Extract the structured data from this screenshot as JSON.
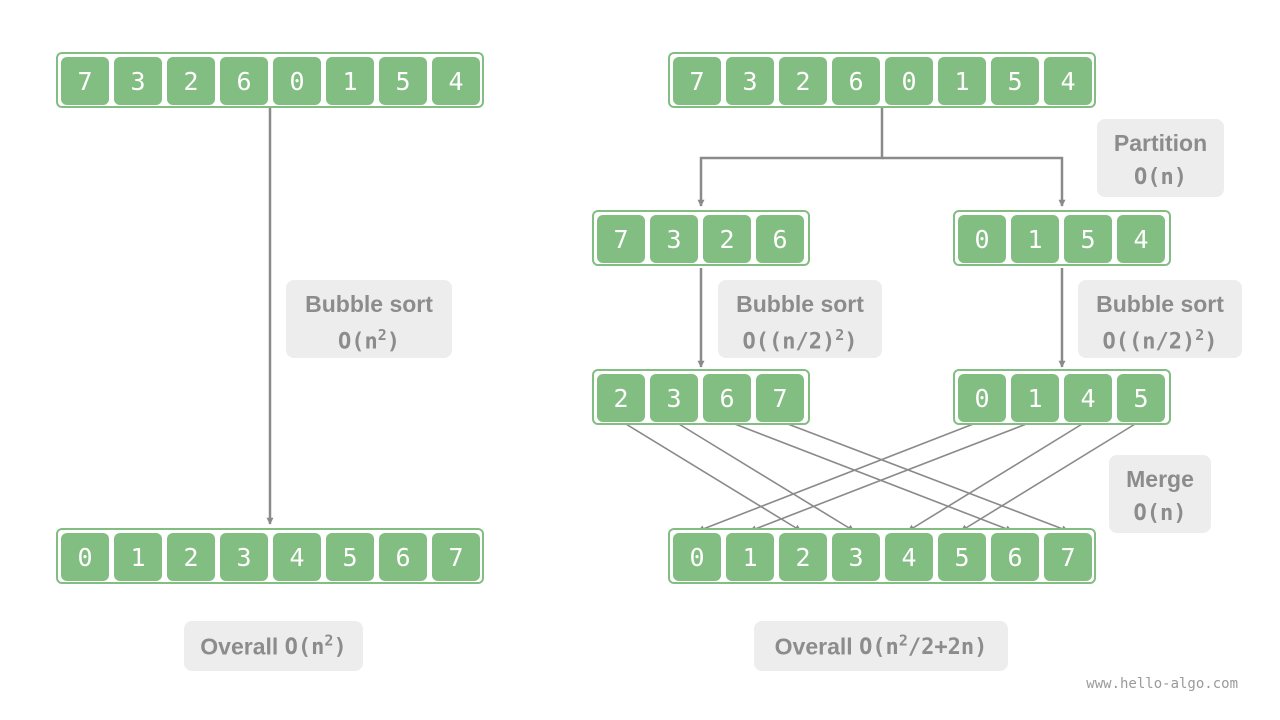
{
  "colors": {
    "cell": "#82bd82",
    "cell_text": "#ffffff",
    "line": "#8a8a8a",
    "label_bg": "#ededed",
    "label_text": "#8c8c8c"
  },
  "left": {
    "input": [
      "7",
      "3",
      "2",
      "6",
      "0",
      "1",
      "5",
      "4"
    ],
    "output": [
      "0",
      "1",
      "2",
      "3",
      "4",
      "5",
      "6",
      "7"
    ],
    "bubble": {
      "title": "Bubble sort",
      "complexity_prefix": "O(n",
      "complexity_exp": "2",
      "complexity_suffix": ")"
    },
    "overall": {
      "word": "Overall",
      "prefix": "O(n",
      "exp": "2",
      "suffix": ")"
    }
  },
  "right": {
    "input": [
      "7",
      "3",
      "2",
      "6",
      "0",
      "1",
      "5",
      "4"
    ],
    "part_left": [
      "7",
      "3",
      "2",
      "6"
    ],
    "part_right": [
      "0",
      "1",
      "5",
      "4"
    ],
    "sorted_left": [
      "2",
      "3",
      "6",
      "7"
    ],
    "sorted_right": [
      "0",
      "1",
      "4",
      "5"
    ],
    "output": [
      "0",
      "1",
      "2",
      "3",
      "4",
      "5",
      "6",
      "7"
    ],
    "partition": {
      "title": "Partition",
      "complexity": "O(n)"
    },
    "bubble_left": {
      "title": "Bubble sort",
      "complexity_prefix": "O((n/2)",
      "complexity_exp": "2",
      "complexity_suffix": ")"
    },
    "bubble_right": {
      "title": "Bubble sort",
      "complexity_prefix": "O((n/2)",
      "complexity_exp": "2",
      "complexity_suffix": ")"
    },
    "merge": {
      "title": "Merge",
      "complexity": "O(n)"
    },
    "overall": {
      "word": "Overall",
      "prefix": "O(n",
      "exp": "2",
      "suffix": "/2+2n)"
    }
  },
  "watermark": "www.hello-algo.com"
}
